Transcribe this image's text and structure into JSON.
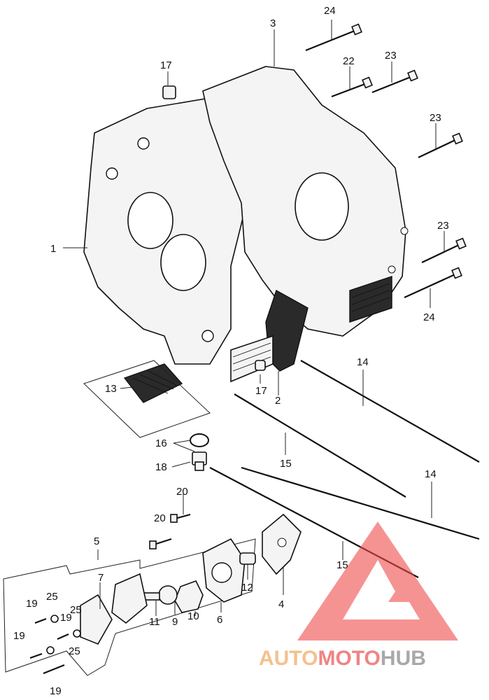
{
  "callouts": {
    "c1": "1",
    "c2": "2",
    "c3": "3",
    "c4": "4",
    "c5": "5",
    "c6": "6",
    "c7": "7",
    "c9": "9",
    "c10": "10",
    "c11": "11",
    "c12": "12",
    "c13": "13",
    "c14a": "14",
    "c14b": "14",
    "c15a": "15",
    "c15b": "15",
    "c16": "16",
    "c17a": "17",
    "c17b": "17",
    "c18": "18",
    "c19a": "19",
    "c19b": "19",
    "c19c": "19",
    "c19d": "19",
    "c20a": "20",
    "c20b": "20",
    "c22": "22",
    "c23a": "23",
    "c23b": "23",
    "c23c": "23",
    "c24a": "24",
    "c24b": "24",
    "c25a": "25",
    "c25b": "25",
    "c25c": "25"
  },
  "watermark": {
    "auto": "AUTO",
    "moto": "MOTO",
    "hub": "HUB",
    "colors": {
      "auto": "#f3b77a",
      "moto": "#ee6f6f",
      "hub": "#9a9a9a",
      "triangle": "#ef4b4b"
    }
  }
}
